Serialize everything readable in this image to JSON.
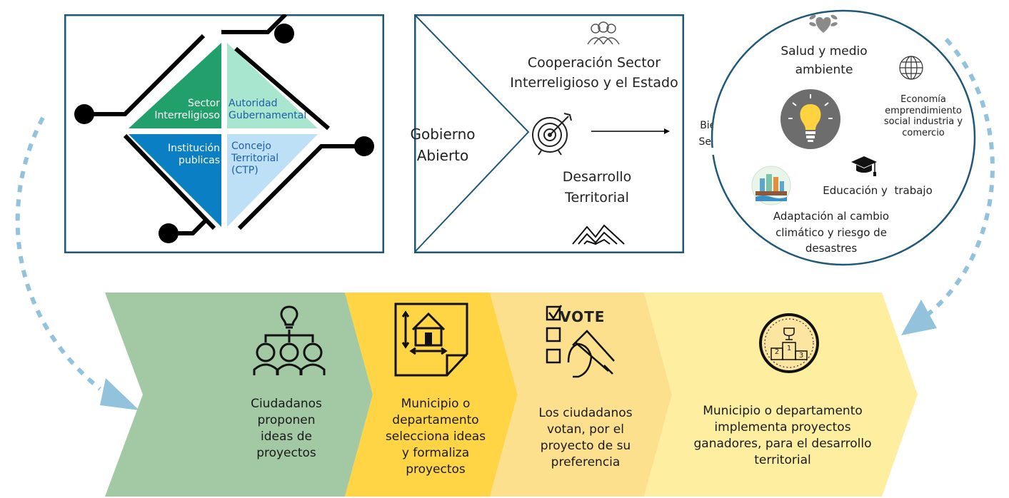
{
  "quadrants": {
    "top_left": "Sector Interreligioso",
    "top_right": "Autoridad Gubernamental",
    "bottom_left": "Institución publicas",
    "bottom_right": "Concejo Territorial (CTP)"
  },
  "middle": {
    "left_label": "Gobierno Abierto",
    "top_label": "Cooperación Sector Interreligioso y el Estado",
    "bottom_label": "Desarrollo Territorial",
    "arrow_label": "Bienes y Servicios"
  },
  "circle": {
    "health": "Salud y medio ambiente",
    "economy": "Economía emprendimiento social industria y comercio",
    "education": "Educación y  trabajo",
    "climate": "Adaptación al cambio climático y riesgo de desastres"
  },
  "steps": [
    {
      "text": "Ciudadanos proponen ideas de proyectos"
    },
    {
      "text": "Municipio o departamento selecciona ideas y formaliza proyectos"
    },
    {
      "text": "Los ciudadanos votan, por el proyecto de su preferencia",
      "icon_text": "VOTE"
    },
    {
      "text": "Municipio o departamento implementa proyectos ganadores, para el desarrollo territorial",
      "icon_digits": [
        "2",
        "1",
        "3"
      ]
    }
  ],
  "colors": {
    "frame": "#1f5878",
    "green_dark": "#21a06b",
    "green_light": "#a8e6cf",
    "blue_dark": "#0a7fc4",
    "blue_light": "#bde0f7",
    "step1": "#a2c8a4",
    "step2": "#ffd545",
    "step3": "#fde08e",
    "step4": "#fdeea0",
    "dash_arrow": "#93c2dc"
  }
}
